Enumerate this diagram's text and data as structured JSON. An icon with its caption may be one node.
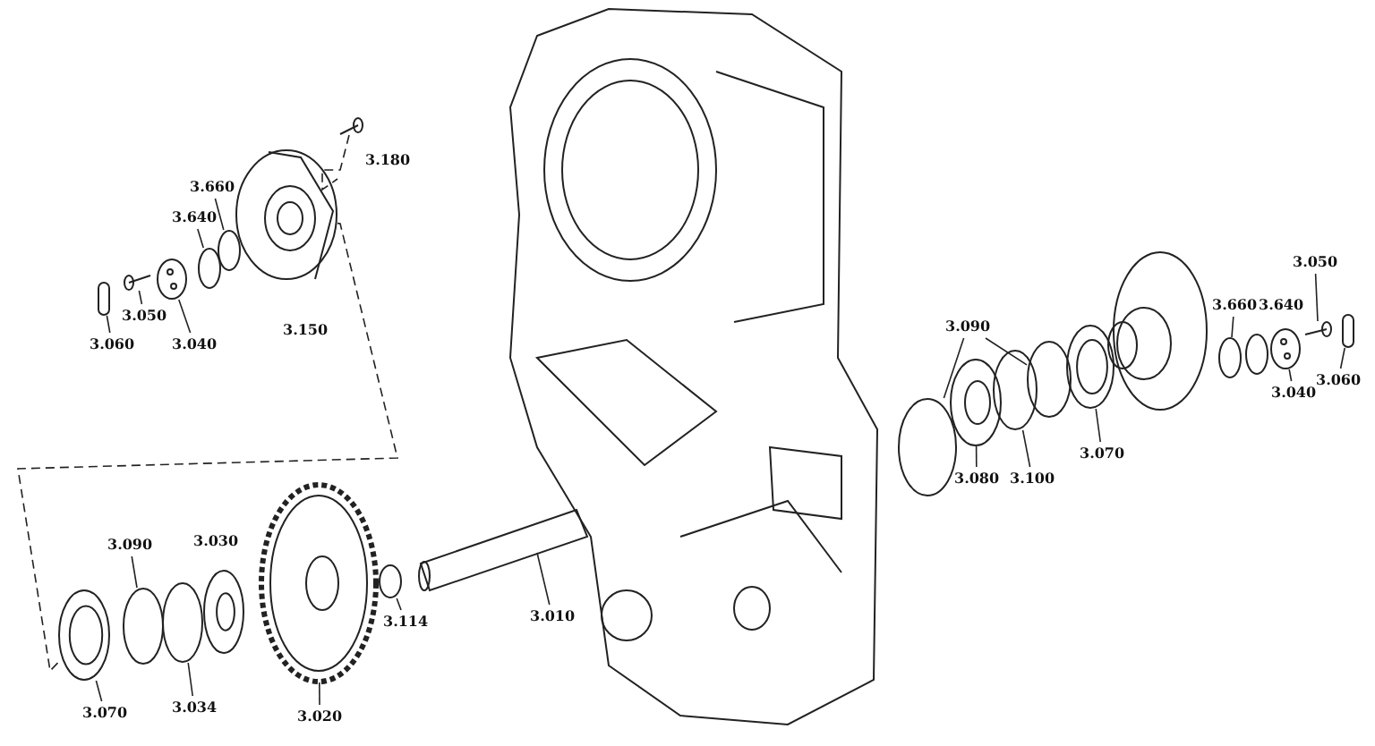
{
  "diagram": {
    "nodes": [
      {
        "text": [
          "3.660"
        ]
      },
      {
        "text": [
          "3.640"
        ]
      },
      {
        "text": [
          "3.050"
        ]
      },
      {
        "text": [
          "3.060"
        ]
      },
      {
        "text": [
          "3.040"
        ]
      },
      {
        "text": [
          "3.090"
        ]
      },
      {
        "text": [
          "3.660"
        ]
      },
      {
        "text": [
          "3.050"
        ]
      },
      {
        "text": [
          "3.060"
        ]
      },
      {
        "text": [
          "3.040"
        ]
      },
      {
        "text": [
          "3.070"
        ]
      },
      {
        "text": [
          "3.080"
        ]
      },
      {
        "text": [
          "3.100"
        ]
      },
      {
        "text": [
          "3.090"
        ]
      },
      {
        "text": [
          "3.070"
        ]
      },
      {
        "text": [
          "3.034"
        ]
      },
      {
        "text": [
          "3.020"
        ]
      },
      {
        "text": [
          "3.114"
        ]
      },
      {
        "text": [
          "3.010"
        ]
      },
      {
        "text": [],
        "shape": "picture"
      },
      {
        "text": [],
        "shape": "picture"
      },
      {
        "text": [],
        "shape": "circle"
      },
      {
        "text": [],
        "shape": "circle"
      },
      {
        "text": [],
        "shape": "picture"
      },
      {
        "text": [],
        "shape": "picture"
      },
      {
        "text": [],
        "shape": "box"
      },
      {
        "text": [],
        "shape": "circle"
      },
      {
        "text": [],
        "shape": "picture"
      },
      {
        "text": [],
        "shape": "circle"
      },
      {
        "text": [],
        "shape": "circle"
      },
      {
        "text": [],
        "shape": "picture"
      },
      {
        "text": [],
        "shape": "picture"
      },
      {
        "text": [],
        "shape": "circle"
      },
      {
        "text": [],
        "shape": "circle"
      },
      {
        "text": [],
        "shape": "picture"
      },
      {
        "text": [],
        "shape": "picture"
      },
      {
        "text": [],
        "shape": "box"
      },
      {
        "text": [],
        "shape": "picture"
      },
      {
        "text": [],
        "shape": "circle"
      },
      {
        "text": [],
        "shape": "circle"
      },
      {
        "text": [],
        "shape": "picture"
      },
      {
        "text": [],
        "shape": "picture"
      },
      {
        "text": [],
        "shape": "circle"
      },
      {
        "text": [],
        "shape": "picture"
      }
    ],
    "edges": [
      {
        "from": 0,
        "to": 21,
        "arrow": "none"
      },
      {
        "from": 1,
        "to": 22,
        "arrow": "none"
      },
      {
        "from": 2,
        "to": 24,
        "arrow": "none"
      },
      {
        "from": 3,
        "to": 25,
        "arrow": "none"
      },
      {
        "from": 4,
        "to": 23,
        "arrow": "none"
      },
      {
        "from": 5,
        "to": 26,
        "arrow": "none"
      },
      {
        "from": 5,
        "to": 29,
        "arrow": "none"
      },
      {
        "from": 6,
        "to": 32,
        "arrow": "none"
      },
      {
        "from": 7,
        "to": 35,
        "arrow": "none"
      },
      {
        "from": 8,
        "to": 36,
        "arrow": "none"
      },
      {
        "from": 9,
        "to": 34,
        "arrow": "none"
      },
      {
        "from": 10,
        "to": 30,
        "arrow": "none"
      },
      {
        "from": 11,
        "to": 27,
        "arrow": "none"
      },
      {
        "from": 12,
        "to": 28,
        "arrow": "none"
      },
      {
        "from": 13,
        "to": 38,
        "arrow": "none"
      },
      {
        "from": 14,
        "to": 37,
        "arrow": "none"
      },
      {
        "from": 15,
        "to": 39,
        "arrow": "none"
      },
      {
        "from": 16,
        "to": 41,
        "arrow": "none"
      },
      {
        "from": 17,
        "to": 42,
        "arrow": "none"
      },
      {
        "from": 18,
        "to": 43,
        "arrow": "none"
      },
      {
        "from": 19,
        "to": 20,
        "arrow": "none",
        "style": "dashed"
      },
      {
        "from": 20,
        "to": 37,
        "arrow": "none",
        "style": "dashed"
      }
    ],
    "labels": [
      "3.180",
      "3.150",
      "3.640",
      "3.030"
    ]
  }
}
